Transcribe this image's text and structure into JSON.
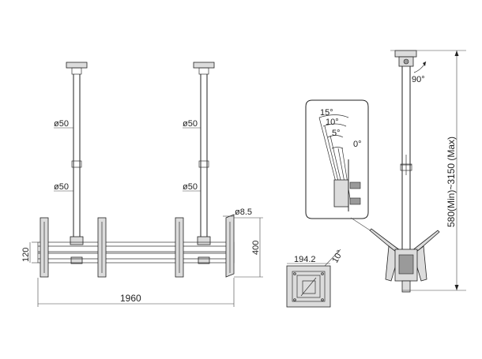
{
  "front_view": {
    "dim_tube_upper_left": "ø50",
    "dim_tube_lower_left": "ø50",
    "dim_tube_upper_right": "ø50",
    "dim_tube_lower_right": "ø50",
    "dim_hole": "ø8.5",
    "dim_rail_height": "120",
    "dim_bracket_height": "400",
    "dim_total_width": "1960"
  },
  "plate_view": {
    "dim_plate_width": "194.2",
    "dim_tilt": "10°"
  },
  "side_view": {
    "dim_rotation": "90°",
    "dim_height_range": "580(Min)~3150 (Max)"
  },
  "tilt_detail": {
    "angles": [
      "15°",
      "10°",
      "5°",
      "0°"
    ]
  }
}
